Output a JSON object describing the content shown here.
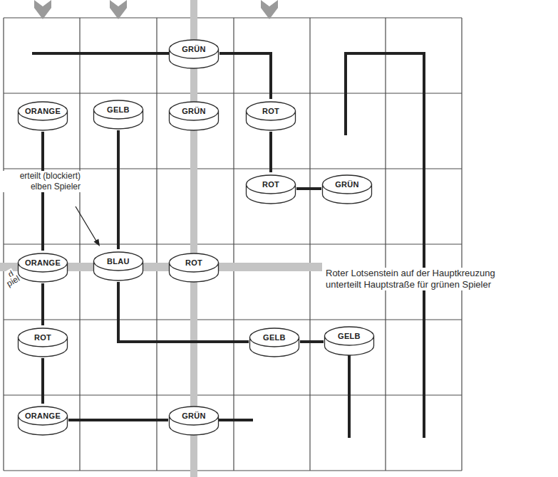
{
  "diagram": {
    "nodes": [
      {
        "text": [
          "GRÜN"
        ]
      },
      {
        "text": [
          "ORANGE"
        ]
      },
      {
        "text": [
          "GELB"
        ]
      },
      {
        "text": [
          "GRÜN"
        ]
      },
      {
        "text": [
          "ROT"
        ]
      },
      {
        "text": [
          "ROT"
        ]
      },
      {
        "text": [
          "GRÜN"
        ]
      },
      {
        "text": [
          "ORANGE"
        ]
      },
      {
        "text": [
          "BLAU"
        ]
      },
      {
        "text": [
          "ROT"
        ]
      },
      {
        "text": [
          "ROT"
        ]
      },
      {
        "text": [
          "GELB"
        ]
      },
      {
        "text": [
          "GELB"
        ]
      },
      {
        "text": [
          "ORANGE"
        ]
      },
      {
        "text": [
          "GRÜN"
        ]
      }
    ],
    "edges": [
      {
        "from": 0,
        "to": 4,
        "arrow": "none"
      },
      {
        "from": 1,
        "to": 7,
        "arrow": "none"
      },
      {
        "from": 2,
        "to": 8,
        "arrow": "none"
      },
      {
        "from": 4,
        "to": 5,
        "arrow": "none"
      },
      {
        "from": 5,
        "to": 6,
        "arrow": "none"
      },
      {
        "from": 7,
        "to": 10,
        "arrow": "none"
      },
      {
        "from": 8,
        "to": 11,
        "arrow": "none"
      },
      {
        "from": 10,
        "to": 13,
        "arrow": "none"
      },
      {
        "from": 11,
        "to": 12,
        "arrow": "none"
      },
      {
        "from": 13,
        "to": 14,
        "arrow": "none"
      }
    ],
    "labels": [
      "erteilt (blockiert) elben Spieler",
      "d",
      "piel",
      "Roter Lotsenstein auf der Hauptkreuzung unterteilt Hauptstraße für grünen Spieler"
    ]
  }
}
